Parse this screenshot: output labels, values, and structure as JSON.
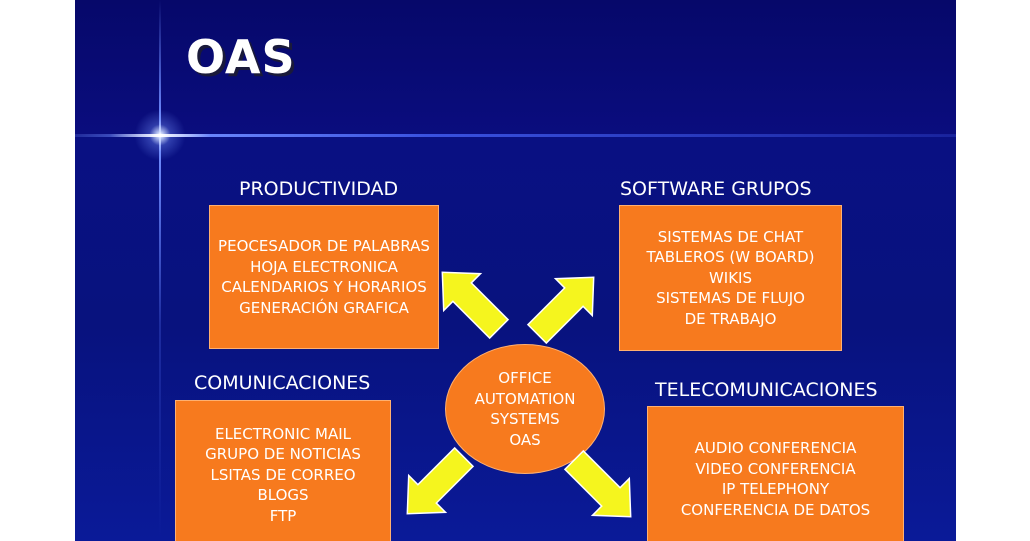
{
  "title": "OAS",
  "hub": {
    "lines": [
      "OFFICE",
      "AUTOMATION",
      "SYSTEMS",
      "OAS"
    ]
  },
  "nodes": [
    {
      "heading": "PRODUCTIVIDAD",
      "items": [
        "PEOCESADOR DE PALABRAS",
        "HOJA ELECTRONICA",
        "CALENDARIOS Y HORARIOS",
        "GENERACIÓN GRAFICA"
      ]
    },
    {
      "heading": "SOFTWARE GRUPOS",
      "items": [
        "SISTEMAS DE CHAT",
        "TABLEROS (W BOARD)",
        "WIKIS",
        "SISTEMAS DE FLUJO",
        "DE TRABAJO"
      ]
    },
    {
      "heading": "COMUNICACIONES",
      "items": [
        "ELECTRONIC MAIL",
        "GRUPO DE NOTICIAS",
        "LSITAS DE CORREO",
        "BLOGS",
        "FTP"
      ]
    },
    {
      "heading": "TELECOMUNICACIONES",
      "items": [
        "AUDIO CONFERENCIA",
        "VIDEO CONFERENCIA",
        "IP TELEPHONY",
        "CONFERENCIA DE DATOS"
      ]
    }
  ],
  "colors": {
    "background": "#0a0f86",
    "box": "#f77a1e",
    "arrow": "#f5f51e",
    "text": "#ffffff"
  }
}
